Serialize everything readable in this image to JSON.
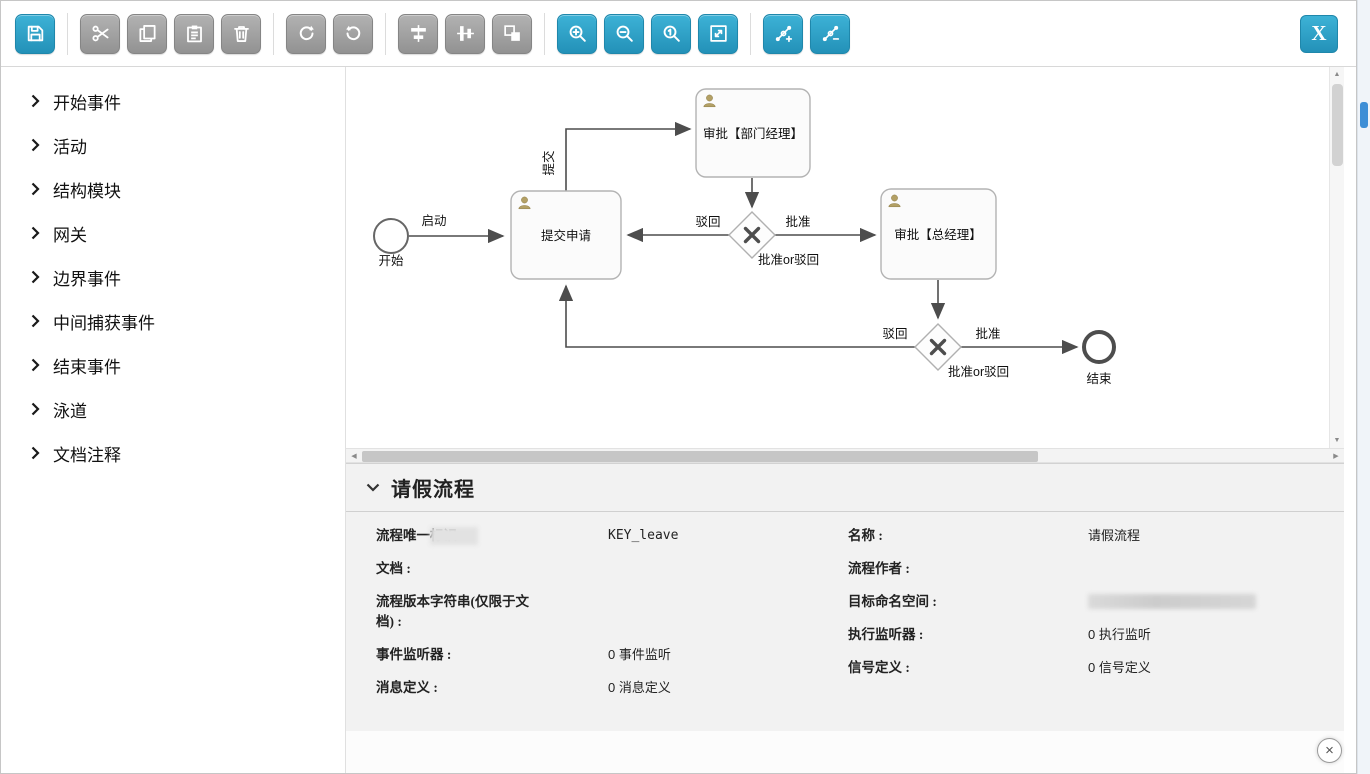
{
  "window": {
    "close_icon": "×"
  },
  "toolbar": {
    "close_label": "X",
    "buttons": [
      {
        "name": "save",
        "icon": "floppy-icon",
        "enabled": true
      },
      {
        "name": "cut",
        "icon": "scissors-icon",
        "enabled": false
      },
      {
        "name": "copy",
        "icon": "copy-icon",
        "enabled": false
      },
      {
        "name": "paste",
        "icon": "paste-icon",
        "enabled": false
      },
      {
        "name": "delete",
        "icon": "trash-icon",
        "enabled": false
      },
      {
        "name": "redo",
        "icon": "redo-icon",
        "enabled": false
      },
      {
        "name": "undo",
        "icon": "undo-icon",
        "enabled": false
      },
      {
        "name": "align-horizontal",
        "icon": "align-horizontal-icon",
        "enabled": false
      },
      {
        "name": "align-vertical",
        "icon": "align-vertical-icon",
        "enabled": false
      },
      {
        "name": "same-size",
        "icon": "same-size-icon",
        "enabled": false
      },
      {
        "name": "zoom-in",
        "icon": "zoom-in-icon",
        "enabled": true
      },
      {
        "name": "zoom-out",
        "icon": "zoom-out-icon",
        "enabled": true
      },
      {
        "name": "zoom-actual",
        "icon": "zoom-actual-icon",
        "enabled": true
      },
      {
        "name": "zoom-fit",
        "icon": "zoom-fit-icon",
        "enabled": true
      },
      {
        "name": "bendpoint-add",
        "icon": "bendpoint-add-icon",
        "enabled": true
      },
      {
        "name": "bendpoint-remove",
        "icon": "bendpoint-remove-icon",
        "enabled": true
      }
    ]
  },
  "palette": {
    "items": [
      "开始事件",
      "活动",
      "结构模块",
      "网关",
      "边界事件",
      "中间捕获事件",
      "结束事件",
      "泳道",
      "文档注释"
    ]
  },
  "diagram": {
    "nodes": {
      "start": "开始",
      "submit_task": "提交申请",
      "dept_manager_task": "审批【部门经理】",
      "general_manager_task": "审批【总经理】",
      "gateway1": "批准or驳回",
      "gateway2": "批准or驳回",
      "end": "结束"
    },
    "edge_labels": {
      "launch": "启动",
      "submit": "提交",
      "reject1": "驳回",
      "approve1": "批准",
      "reject2": "驳回",
      "approve2": "批准"
    }
  },
  "scrollbar": {
    "up": "▲",
    "down": "▼",
    "left": "◀",
    "right": "▶"
  },
  "properties": {
    "title": "请假流程",
    "fields": {
      "process_id": {
        "label": "流程唯一标识 :",
        "value": "KEY_leave",
        "label_partially_redacted": true
      },
      "name": {
        "label": "名称 :",
        "value": "请假流程"
      },
      "documentation": {
        "label": "文档 :",
        "value": ""
      },
      "author": {
        "label": "流程作者 :",
        "value": ""
      },
      "version": {
        "label": "流程版本字符串(仅限于文档) :",
        "value": ""
      },
      "namespace": {
        "label": "目标命名空间 :",
        "value": "",
        "value_redacted": true
      },
      "execution_listeners": {
        "label": "执行监听器 :",
        "value": "0 执行监听"
      },
      "event_listeners": {
        "label": "事件监听器 :",
        "value": "0 事件监听"
      },
      "signal_definitions": {
        "label": "信号定义 :",
        "value": "0 信号定义"
      },
      "message_definitions": {
        "label": "消息定义 :",
        "value": "0 消息定义"
      }
    }
  },
  "colors": {
    "accent": "#2f9fc5",
    "disabled_button": "#9c9c9c",
    "user_icon": "#b3a065",
    "edge": "#4d4d4d"
  }
}
